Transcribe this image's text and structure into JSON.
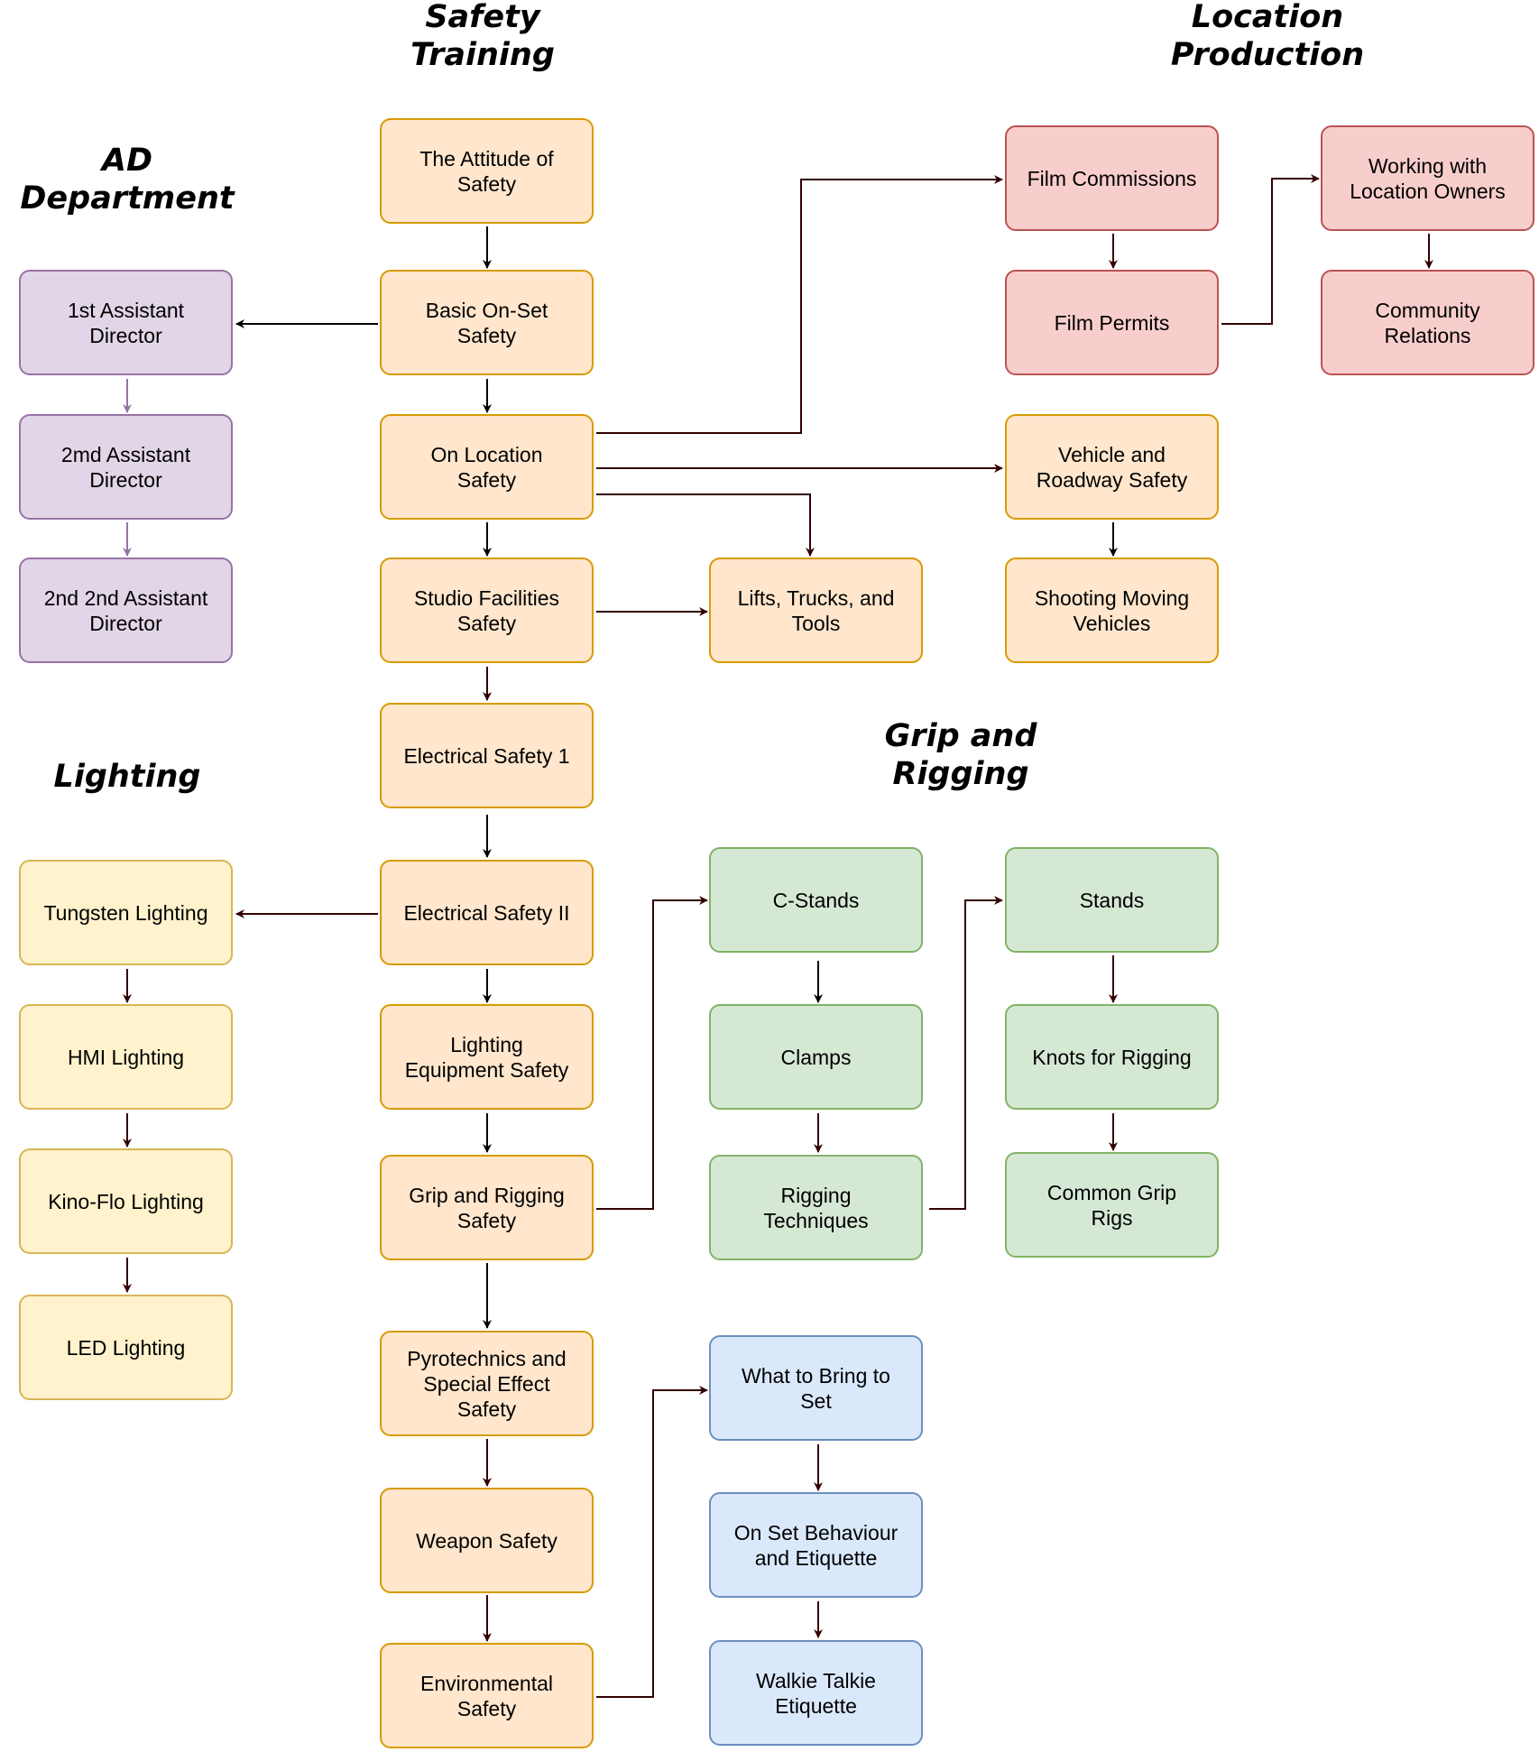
{
  "headings": {
    "safety_training": "Safety\nTraining",
    "location_production": "Location\nProduction",
    "ad_department": "AD\nDepartment",
    "lighting": "Lighting",
    "grip_and_rigging": "Grip and\nRigging"
  },
  "nodes": {
    "attitude": "The Attitude of\nSafety",
    "basic_onset": "Basic On-Set\nSafety",
    "on_location": "On Location\nSafety",
    "studio_facilities": "Studio Facilities\nSafety",
    "electrical_1": "Electrical Safety 1",
    "electrical_2": "Electrical Safety II",
    "lighting_equipment": "Lighting\nEquipment Safety",
    "grip_rigging_safety": "Grip and Rigging\nSafety",
    "pyrotechnics": "Pyrotechnics and\nSpecial Effect\nSafety",
    "weapon": "Weapon Safety",
    "environmental": "Environmental\nSafety",
    "first_ad": "1st Assistant\nDirector",
    "second_ad": "2md Assistant\nDirector",
    "second_second_ad": "2nd 2nd Assistant\nDirector",
    "film_commissions": "Film Commissions",
    "film_permits": "Film Permits",
    "working_location_owners": "Working with\nLocation Owners",
    "community_relations": "Community\nRelations",
    "vehicle_roadway": "Vehicle and\nRoadway Safety",
    "shooting_vehicles": "Shooting Moving\nVehicles",
    "lifts_trucks": "Lifts, Trucks, and\nTools",
    "tungsten": "Tungsten Lighting",
    "hmi": "HMI Lighting",
    "kino_flo": "Kino-Flo Lighting",
    "led": "LED Lighting",
    "c_stands": "C-Stands",
    "clamps": "Clamps",
    "rigging_techniques": "Rigging\nTechniques",
    "stands": "Stands",
    "knots": "Knots for Rigging",
    "common_grip_rigs": "Common Grip\nRigs",
    "what_to_bring": "What to Bring to\nSet",
    "on_set_behaviour": "On Set Behaviour\nand Etiquette",
    "walkie_talkie": "Walkie Talkie\nEtiquette"
  },
  "colors": {
    "safety": "#ffe6cc",
    "ad": "#e1d5e7",
    "location": "#f8cecc",
    "lighting": "#fff2cc",
    "grip": "#d5e8d4",
    "etiquette": "#dae8fc"
  }
}
